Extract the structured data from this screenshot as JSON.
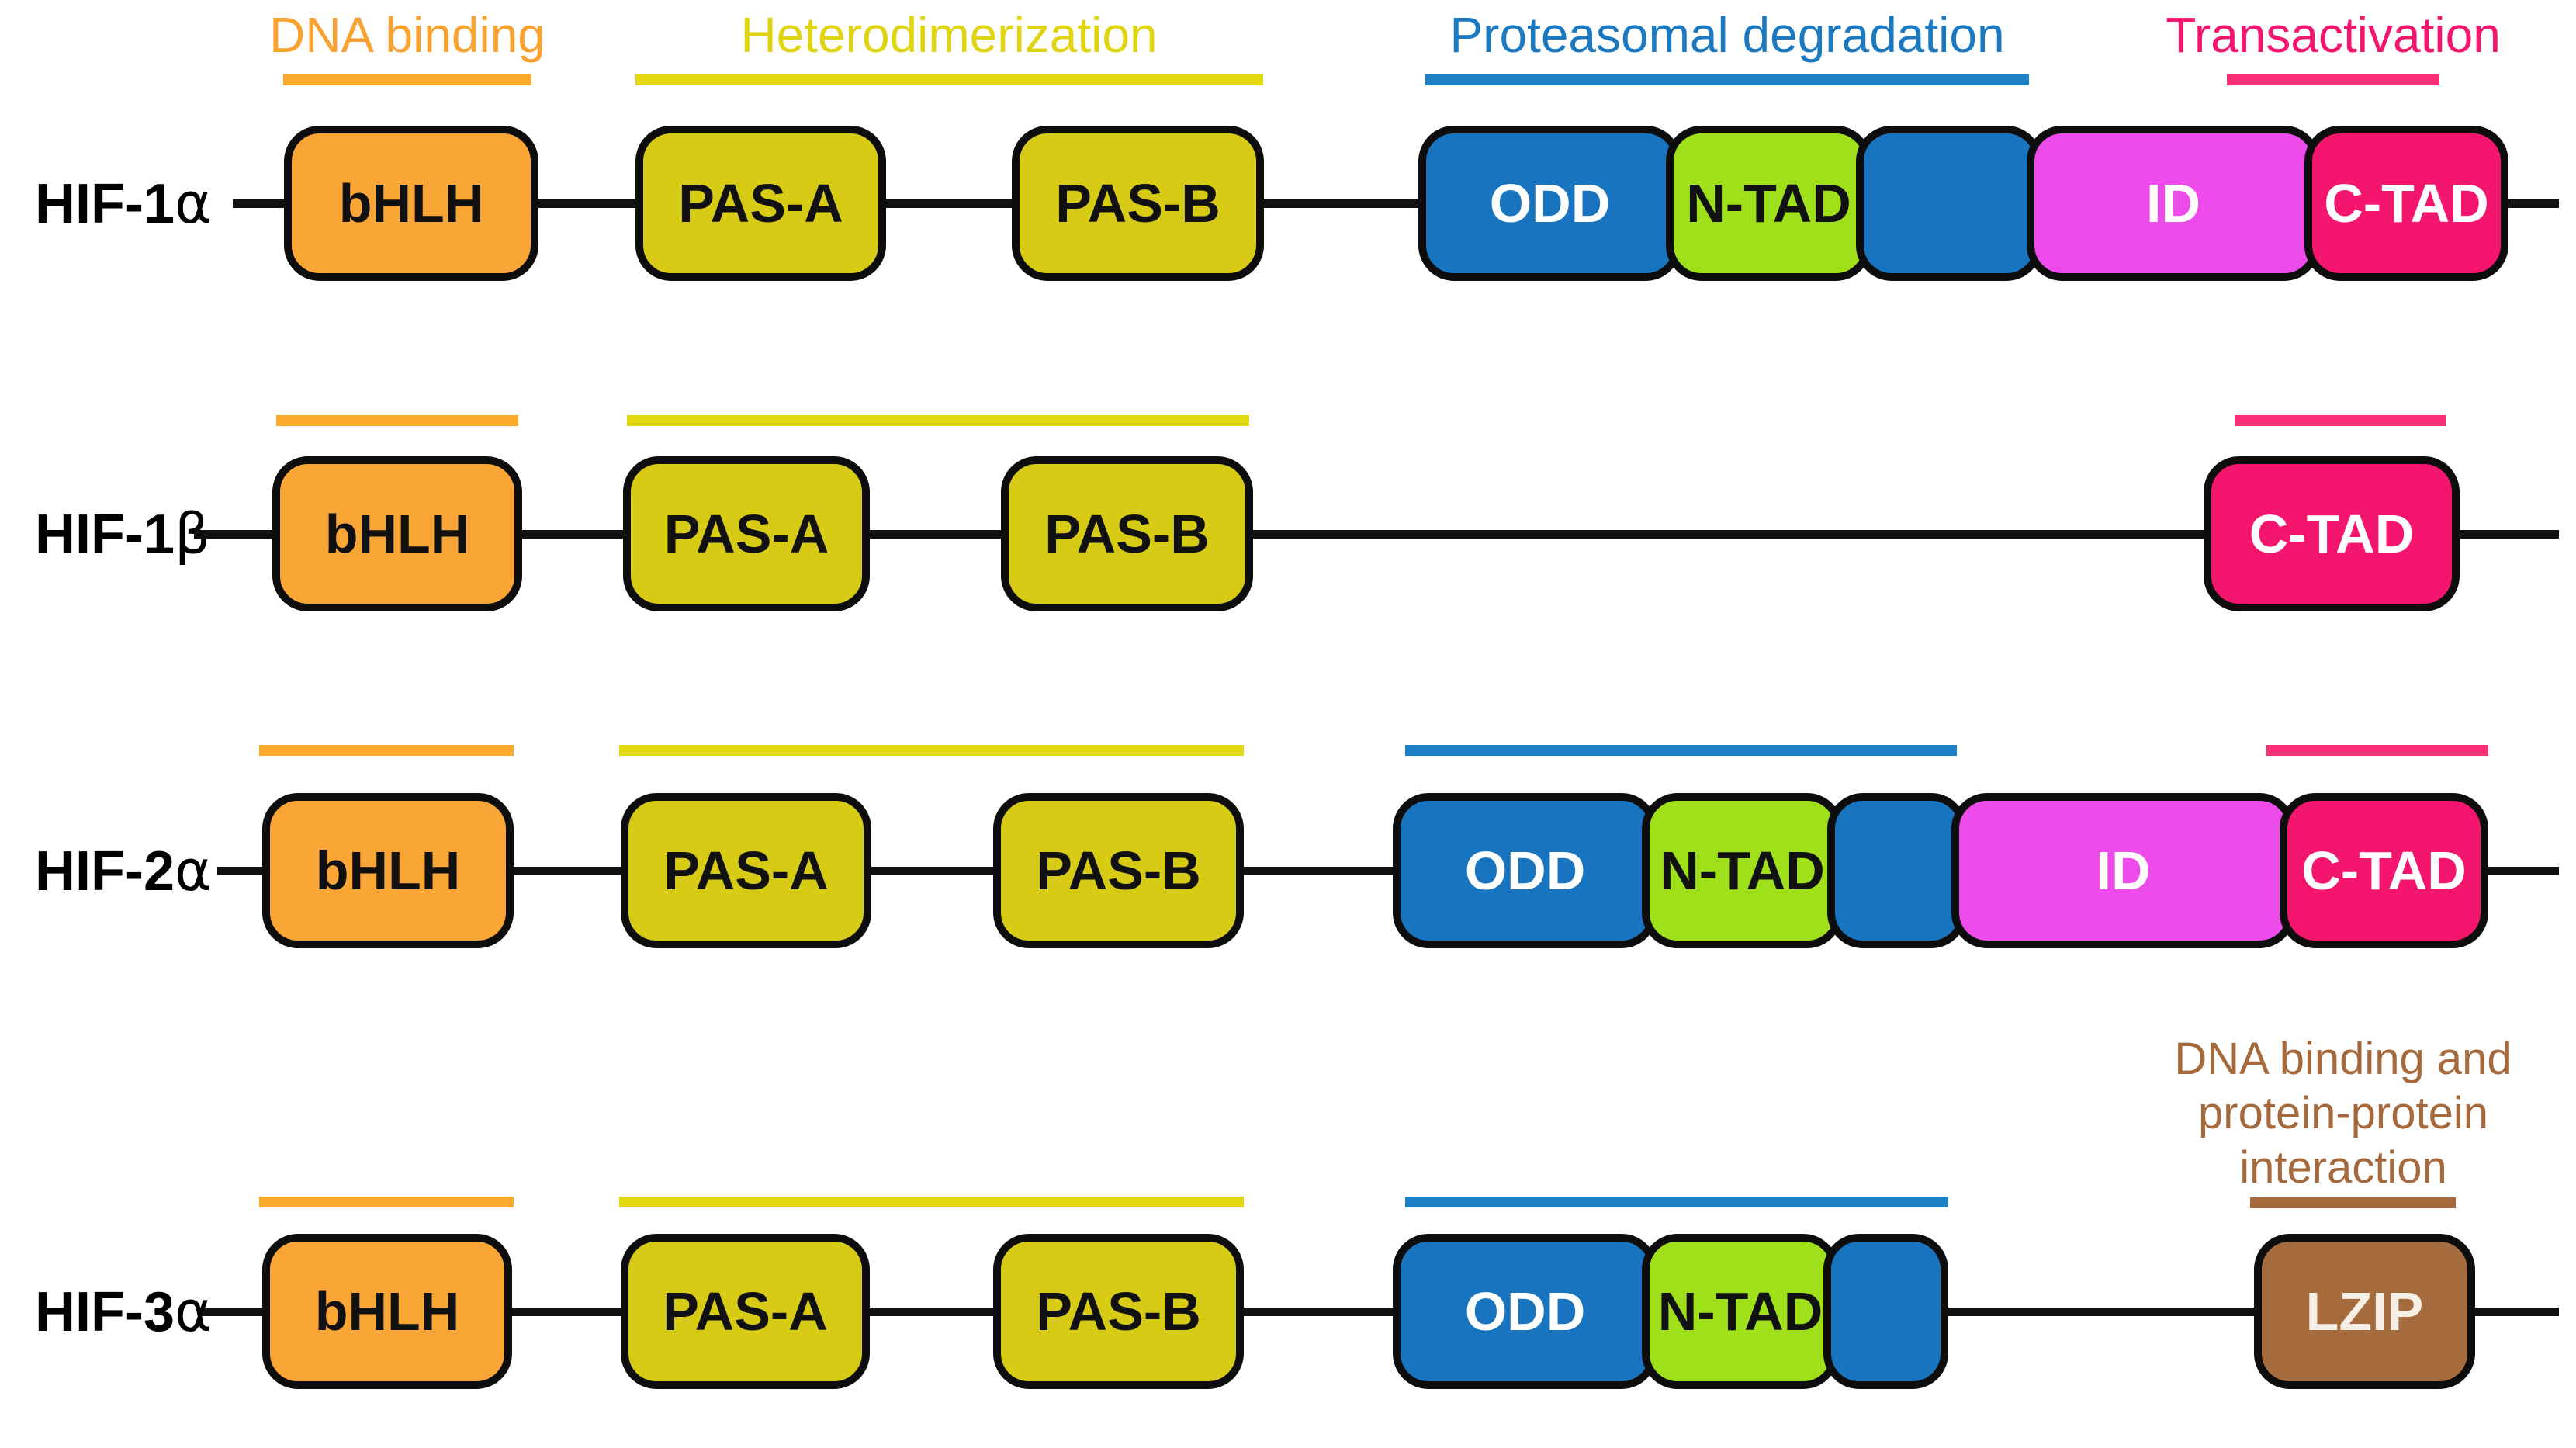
{
  "palette": {
    "orange": "#FAA636",
    "yellow": "#D8CB16",
    "yellow_line": "#E3D90E",
    "blue": "#1874BE",
    "green": "#9FE01A",
    "magenta": "#ED4BEA",
    "pink": "#F4156F",
    "brown": "#A56B3C",
    "outline_black": "#0d0d0d"
  },
  "legend": {
    "items": [
      {
        "label": "DNA binding",
        "color": "#F9A231"
      },
      {
        "label": "Heterodimerization",
        "color": "#DFD40F"
      },
      {
        "label": "Proteasomal degradation",
        "color": "#1B79C2"
      },
      {
        "label": "Transactivation",
        "color": "#F4156F"
      }
    ],
    "hif3_annotation": {
      "line1": "DNA binding and",
      "line2": "protein-protein",
      "line3": "interaction",
      "color": "#A5693C"
    }
  },
  "rows": [
    {
      "label_prefix": "HIF-1",
      "label_greek": "α",
      "domains": {
        "bhlh": "bHLH",
        "pas_a": "PAS-A",
        "pas_b": "PAS-B",
        "odd": "ODD",
        "n_tad": "N-TAD",
        "id": "ID",
        "c_tad": "C-TAD"
      }
    },
    {
      "label_prefix": "HIF-1",
      "label_greek": "β",
      "domains": {
        "bhlh": "bHLH",
        "pas_a": "PAS-A",
        "pas_b": "PAS-B",
        "c_tad": "C-TAD"
      }
    },
    {
      "label_prefix": "HIF-2",
      "label_greek": "α",
      "domains": {
        "bhlh": "bHLH",
        "pas_a": "PAS-A",
        "pas_b": "PAS-B",
        "odd": "ODD",
        "n_tad": "N-TAD",
        "id": "ID",
        "c_tad": "C-TAD"
      }
    },
    {
      "label_prefix": "HIF-3",
      "label_greek": "α",
      "domains": {
        "bhlh": "bHLH",
        "pas_a": "PAS-A",
        "pas_b": "PAS-B",
        "odd": "ODD",
        "n_tad": "N-TAD",
        "lzip": "LZIP"
      }
    }
  ]
}
